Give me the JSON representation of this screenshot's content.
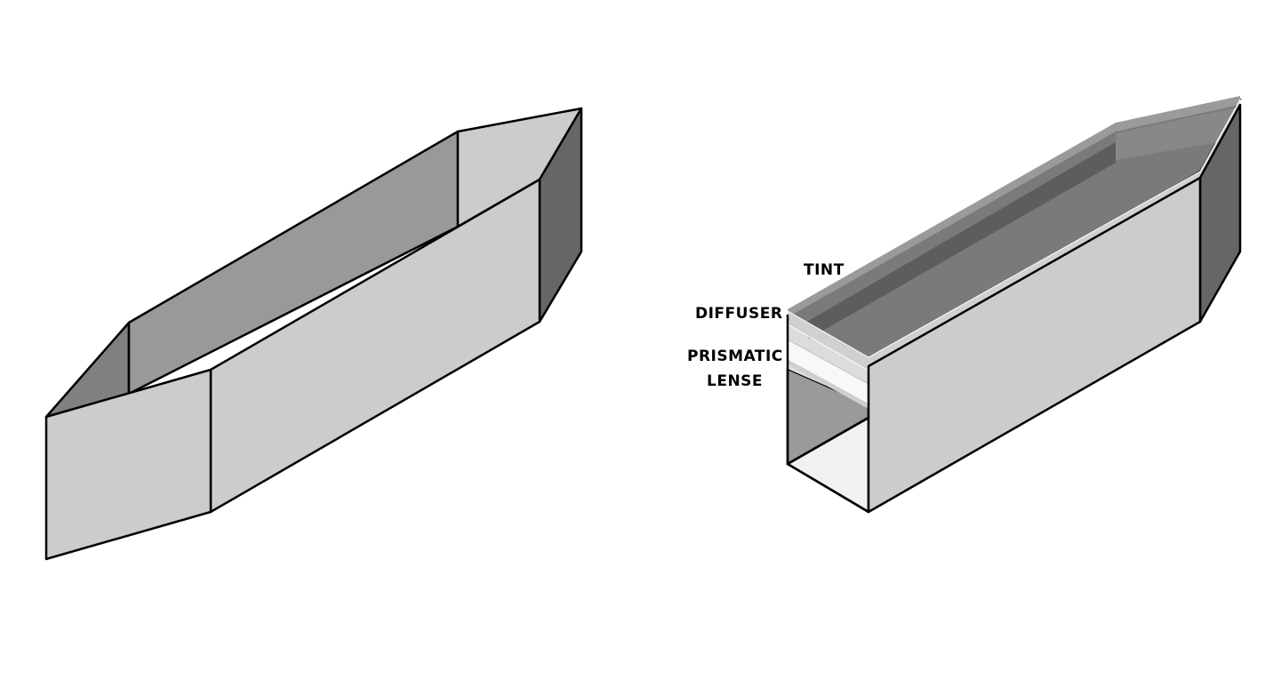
{
  "colors": {
    "background": "#ffffff",
    "outline": "#000000",
    "face_light": "#cccccc",
    "face_mid": "#999999",
    "face_dark": "#666666",
    "face_darker": "#777777",
    "face_bottom": "#f1f1f1",
    "diffuser_strip": "#d0d0d0",
    "tint_panel": "#7a7a7a",
    "prismatic_panel": "#f8f8f8"
  },
  "labels": {
    "tint": "TINT",
    "diffuser": "DIFFUSER",
    "prismatic_line1": "PRISMATIC",
    "prismatic_line2": "LENSE"
  }
}
